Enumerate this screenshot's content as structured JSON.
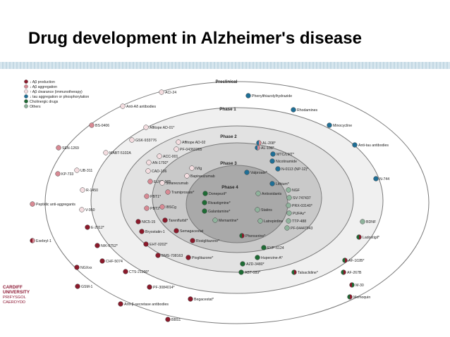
{
  "title": "Drug development in Alzheimer's disease",
  "legend": [
    {
      "label": "↓ Aβ production",
      "color": "#8b1a2b"
    },
    {
      "label": "↓ Aβ aggregation",
      "color": "#d88a94"
    },
    {
      "label": "↑ Aβ clearance (immunotherapy)",
      "color": "#f4dde0"
    },
    {
      "label": "↓ tau aggregation or phosphorylation",
      "color": "#1f6f96"
    },
    {
      "label": "Cholinergic drugs",
      "color": "#1e6b34"
    },
    {
      "label": "Others",
      "color": "#8fb39c"
    }
  ],
  "phases": [
    "Preclinical",
    "Phase 1",
    "Phase 2",
    "Phase 3",
    "Phase 4"
  ],
  "drugs": [
    {
      "label": "ACI-24",
      "colors": [
        "#f4dde0"
      ]
    },
    {
      "label": "Phenylthiazolylhydrazide",
      "colors": [
        "#1f6f96"
      ]
    },
    {
      "label": "Anti-Aδ antibodies",
      "colors": [
        "#f4dde0"
      ]
    },
    {
      "label": "Rhodamines",
      "colors": [
        "#1f6f96"
      ]
    },
    {
      "label": "BS-0406",
      "colors": [
        "#d88a94"
      ]
    },
    {
      "label": "Affitope AD-01*",
      "colors": [
        "#f4dde0"
      ]
    },
    {
      "label": "Minocycline",
      "colors": [
        "#1f6f96"
      ]
    },
    {
      "label": "GSK-933776",
      "colors": [
        "#f4dde0"
      ]
    },
    {
      "label": "Affitope AD-02",
      "colors": [
        "#f4dde0"
      ]
    },
    {
      "label": "AL-208*",
      "colors": [
        "#1f6f96",
        "#d88a94"
      ]
    },
    {
      "label": "Anti-tau antibodies",
      "colors": [
        "#1f6f96"
      ]
    },
    {
      "label": "SEN-1269",
      "colors": [
        "#d88a94"
      ]
    },
    {
      "label": "MABT-5102A",
      "colors": [
        "#f4dde0"
      ]
    },
    {
      "label": "PF-04360365",
      "colors": [
        "#f4dde0"
      ]
    },
    {
      "label": "AL-108*",
      "colors": [
        "#1f6f96",
        "#d88a94"
      ]
    },
    {
      "label": "ACC-001",
      "colors": [
        "#f4dde0"
      ]
    },
    {
      "label": "MTC/LMT*",
      "colors": [
        "#1f6f96"
      ]
    },
    {
      "label": "AN-1792*",
      "colors": [
        "#f4dde0"
      ]
    },
    {
      "label": "Nicotinamide",
      "colors": [
        "#1f6f96"
      ]
    },
    {
      "label": "UB-311",
      "colors": [
        "#f4dde0"
      ]
    },
    {
      "label": "IVIg",
      "colors": [
        "#f4dde0"
      ]
    },
    {
      "label": "N-0113 (NP-12)*",
      "colors": [
        "#1f6f96"
      ]
    },
    {
      "label": "CAD-106",
      "colors": [
        "#f4dde0"
      ]
    },
    {
      "label": "Bapineuzumab",
      "colors": [
        "#f4dde0"
      ]
    },
    {
      "label": "Valproate*",
      "colors": [
        "#1f6f96"
      ]
    },
    {
      "label": "KP-733",
      "colors": [
        "#d88a94"
      ]
    },
    {
      "label": "Lithium*",
      "colors": [
        "#1f6f96"
      ]
    },
    {
      "label": "N-744",
      "colors": [
        "#1f6f96"
      ]
    },
    {
      "label": "ELND-005",
      "colors": [
        "#d88a94"
      ]
    },
    {
      "label": "Solanezumab",
      "colors": [
        "#f4dde0"
      ]
    },
    {
      "label": "NGF",
      "colors": [
        "#8fb39c"
      ]
    },
    {
      "label": "R-1450",
      "colors": [
        "#f4dde0"
      ]
    },
    {
      "label": "Tramiprosate*",
      "colors": [
        "#d88a94"
      ]
    },
    {
      "label": "Donepezil*",
      "colors": [
        "#1e6b34"
      ]
    },
    {
      "label": "Antioxidants",
      "colors": [
        "#8fb39c"
      ]
    },
    {
      "label": "SV-747437",
      "colors": [
        "#8fb39c"
      ]
    },
    {
      "label": "Peptidic anti-aggregants",
      "colors": [
        "#d88a94"
      ]
    },
    {
      "label": "PBT1*",
      "colors": [
        "#d88a94"
      ]
    },
    {
      "label": "Rivastigmine*",
      "colors": [
        "#1e6b34"
      ]
    },
    {
      "label": "PRX-03140*",
      "colors": [
        "#8fb39c"
      ]
    },
    {
      "label": "V-950",
      "colors": [
        "#f4dde0"
      ]
    },
    {
      "label": "PBT2*",
      "colors": [
        "#d88a94"
      ]
    },
    {
      "label": "IBSCg",
      "colors": [
        "#d88a94"
      ]
    },
    {
      "label": "Galantamine*",
      "colors": [
        "#1e6b34"
      ]
    },
    {
      "label": "Statins",
      "colors": [
        "#8fb39c"
      ]
    },
    {
      "label": "NIC5-15",
      "colors": [
        "#8b1a2b"
      ]
    },
    {
      "label": "Tarenflurbil*",
      "colors": [
        "#8b1a2b"
      ]
    },
    {
      "label": "Memantine*",
      "colors": [
        "#8fb39c"
      ]
    },
    {
      "label": "Latrepirdine",
      "colors": [
        "#8fb39c"
      ]
    },
    {
      "label": "PUFAs*",
      "colors": [
        "#8fb39c"
      ]
    },
    {
      "label": "BDNF",
      "colors": [
        "#8fb39c"
      ]
    },
    {
      "label": "E-2012*",
      "colors": [
        "#8b1a2b"
      ]
    },
    {
      "label": "Bryostatin-1",
      "colors": [
        "#8b1a2b"
      ]
    },
    {
      "label": "Semagacestat",
      "colors": [
        "#8b1a2b"
      ]
    },
    {
      "label": "TTP-488",
      "colors": [
        "#8fb39c"
      ]
    },
    {
      "label": "Exebryl-1",
      "colors": [
        "#8b1a2b",
        "#d88a94"
      ]
    },
    {
      "label": "EHT-0202*",
      "colors": [
        "#8b1a2b"
      ]
    },
    {
      "label": "Phenserine*",
      "colors": [
        "#1e6b34",
        "#8b1a2b"
      ]
    },
    {
      "label": "PF-04447943",
      "colors": [
        "#8fb39c"
      ]
    },
    {
      "label": "Rosiglitazone*",
      "colors": [
        "#8b1a2b"
      ]
    },
    {
      "label": "Ladostigil*",
      "colors": [
        "#1e6b34",
        "#8b1a2b"
      ]
    },
    {
      "label": "NIK-0752*",
      "colors": [
        "#8b1a2b"
      ]
    },
    {
      "label": "BMS-708163",
      "colors": [
        "#8b1a2b"
      ]
    },
    {
      "label": "EVP-6124",
      "colors": [
        "#1e6b34"
      ]
    },
    {
      "label": "CHF-5074",
      "colors": [
        "#8b1a2b"
      ]
    },
    {
      "label": "Huperzine-A*",
      "colors": [
        "#1e6b34"
      ]
    },
    {
      "label": "NGXxx",
      "colors": [
        "#8b1a2b"
      ]
    },
    {
      "label": "Pioglitazone*",
      "colors": [
        "#8b1a2b"
      ]
    },
    {
      "label": "AZD-3480*",
      "colors": [
        "#1e6b34"
      ]
    },
    {
      "label": "AF-102B*",
      "colors": [
        "#1e6b34",
        "#8b1a2b"
      ]
    },
    {
      "label": "CTS-21166*",
      "colors": [
        "#8b1a2b"
      ]
    },
    {
      "label": "ABT-089*",
      "colors": [
        "#1e6b34"
      ]
    },
    {
      "label": "Talsaclidine*",
      "colors": [
        "#1e6b34",
        "#8b1a2b"
      ]
    },
    {
      "label": "AF-267B",
      "colors": [
        "#1e6b34",
        "#8b1a2b"
      ]
    },
    {
      "label": "GSM-1",
      "colors": [
        "#8b1a2b"
      ]
    },
    {
      "label": "PF-3084014*",
      "colors": [
        "#8b1a2b"
      ]
    },
    {
      "label": "M-30",
      "colors": [
        "#8b1a2b",
        "#1e6b34"
      ]
    },
    {
      "label": "Begacestat*",
      "colors": [
        "#8b1a2b"
      ]
    },
    {
      "label": "Memoquin",
      "colors": [
        "#1e6b34",
        "#8b1a2b"
      ]
    },
    {
      "label": "Anti-β-secretase antibodies",
      "colors": [
        "#8b1a2b"
      ]
    },
    {
      "label": "BBS1",
      "colors": [
        "#8b1a2b"
      ]
    }
  ],
  "logo": {
    "lines": [
      "CARDIFF",
      "UNIVERSITY",
      "PRIFYSGOL",
      "CAERDYDD"
    ],
    "color": "#8a1430"
  }
}
